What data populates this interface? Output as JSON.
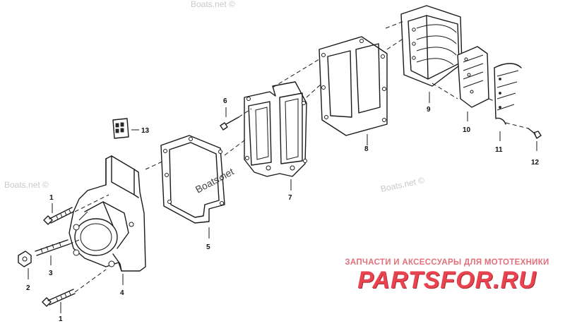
{
  "watermarks": {
    "top": "Boats.net ©",
    "left": "Boats.net ©",
    "center": "Boats.net",
    "right": "Boats.net ©"
  },
  "part_numbers": {
    "p1a": "1",
    "p1b": "1",
    "p2": "2",
    "p3": "3",
    "p4": "4",
    "p5": "5",
    "p6": "6",
    "p7": "7",
    "p8": "8",
    "p9": "9",
    "p10": "10",
    "p11": "11",
    "p12": "12",
    "p13": "13"
  },
  "promo": {
    "caption": "ЗАПЧАСТИ И АКСЕССУАРЫ ДЛЯ МОТОТЕХНИКИ",
    "logo": "PARTSFOR.RU"
  },
  "colors": {
    "line": "#1a1a1a",
    "watermark": "#c8c8c8",
    "promo_red": "#e8434f",
    "promo_caption": "#e2707a"
  }
}
